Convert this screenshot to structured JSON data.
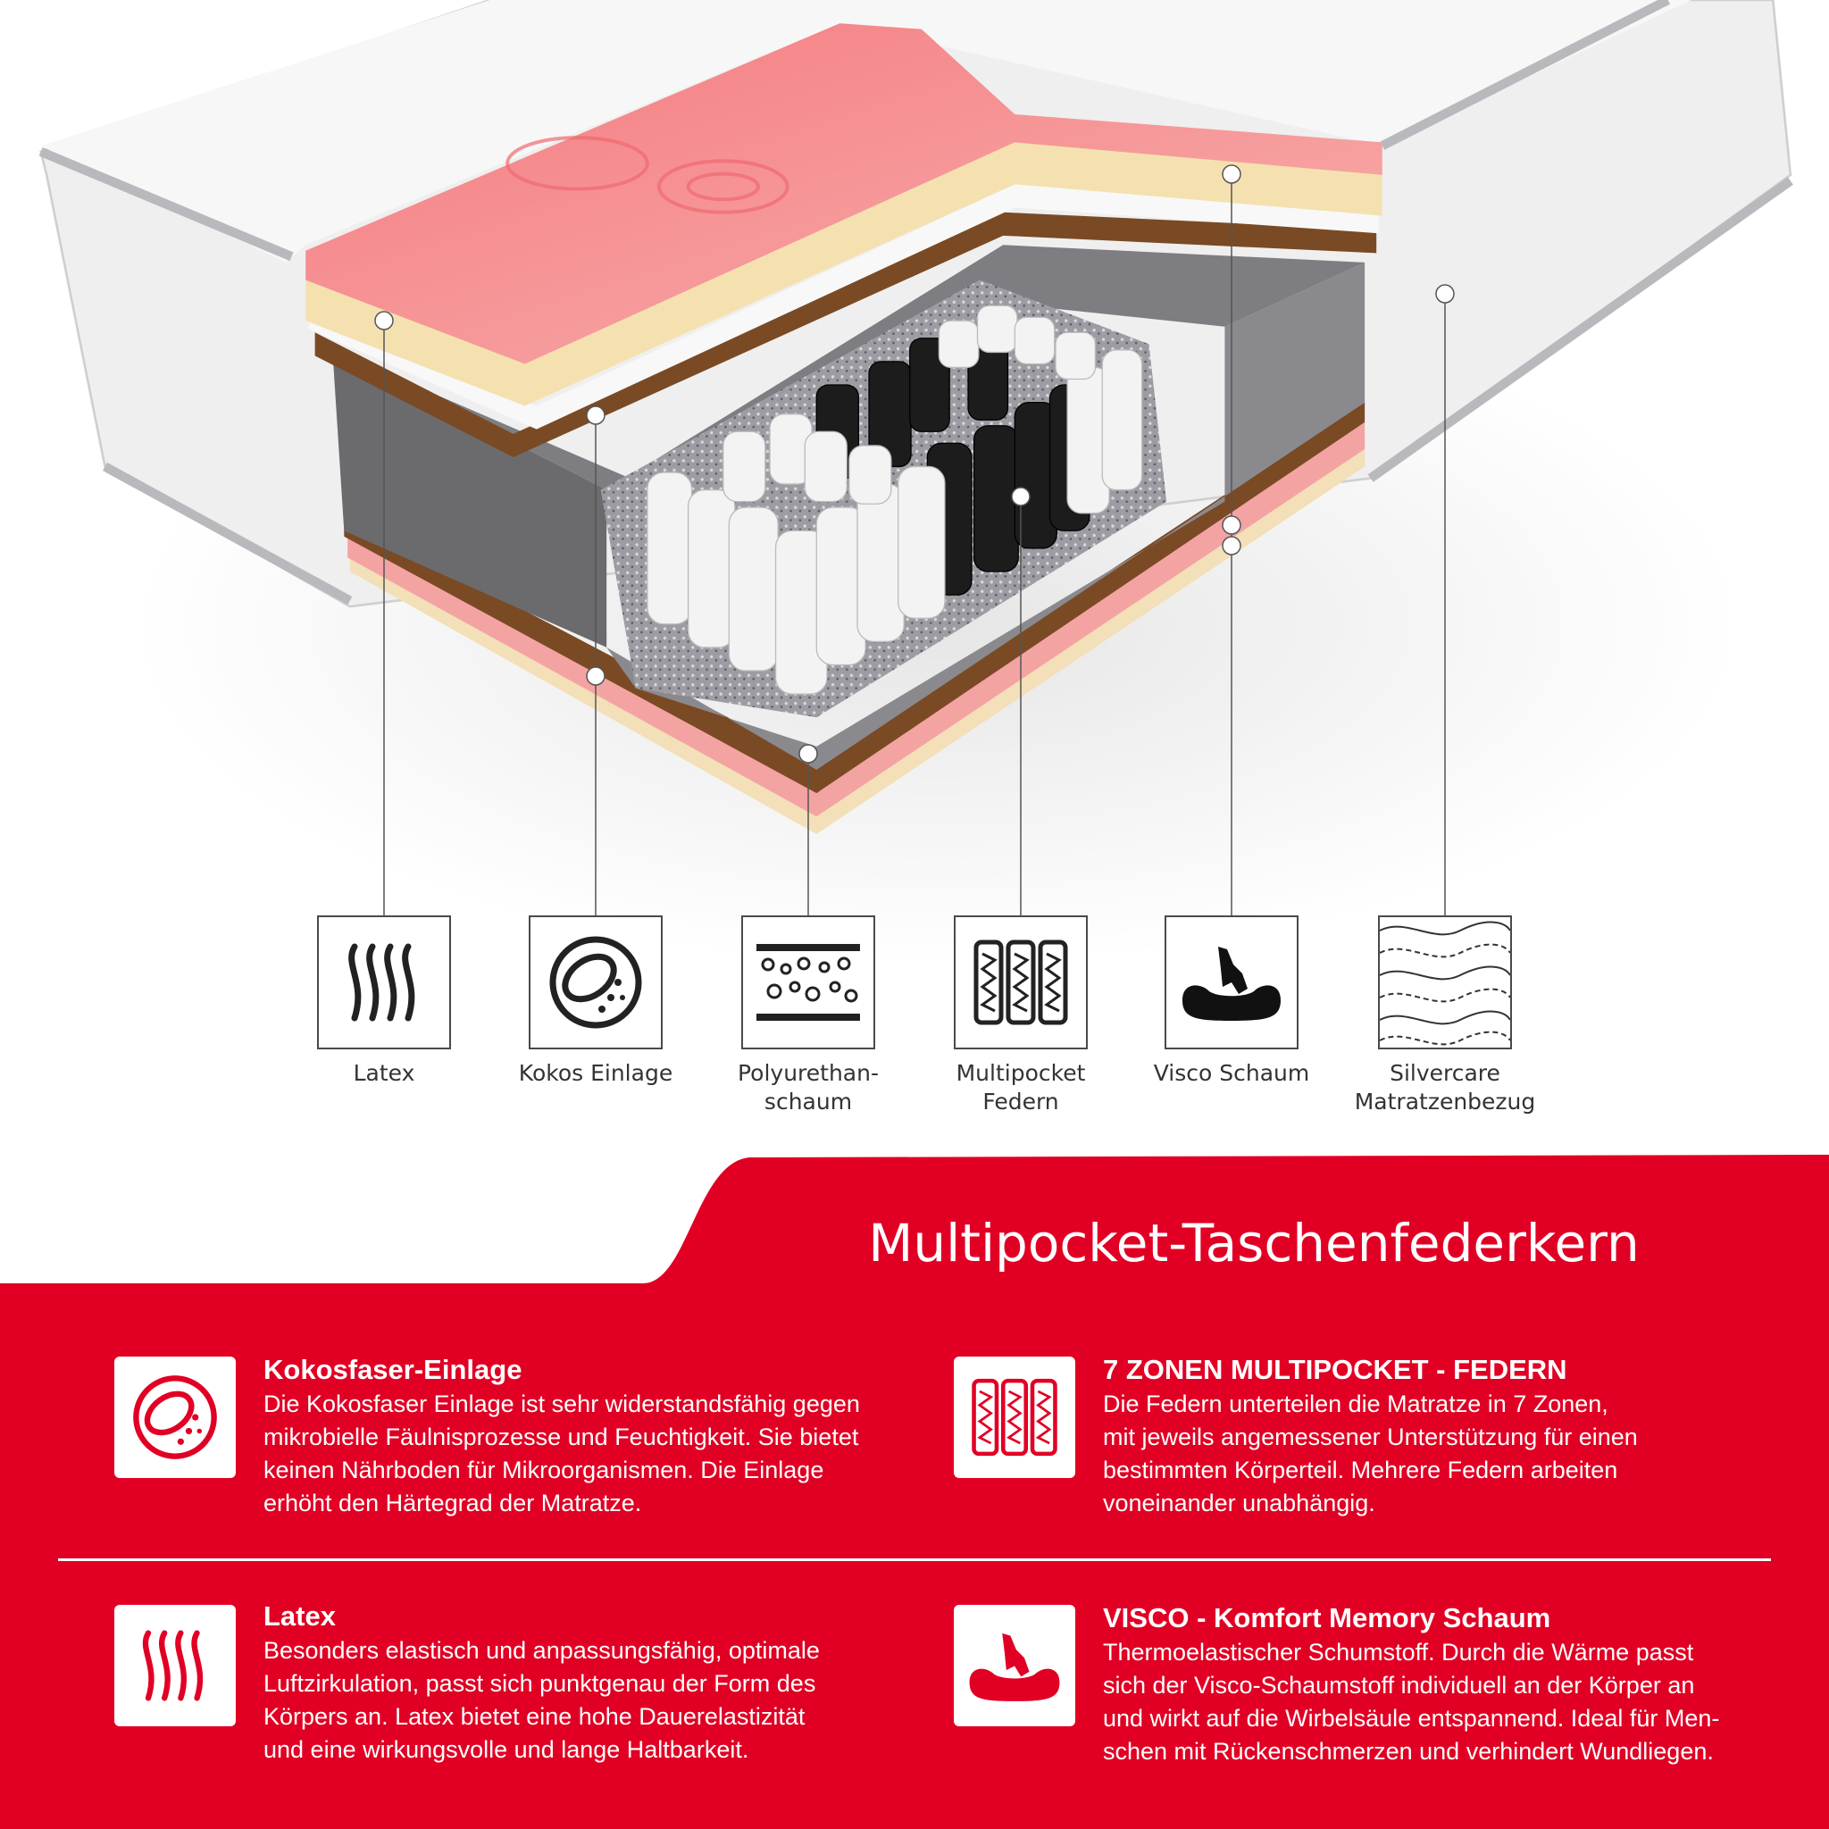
{
  "brand_color": "#e10024",
  "layers": [
    {
      "label": "Latex",
      "icon": "latex-waves-icon"
    },
    {
      "label": "Kokos Einlage",
      "icon": "coconut-icon"
    },
    {
      "label": "Polyurethan-\nschaum",
      "line1": "Polyurethan-",
      "line2": "schaum",
      "icon": "foam-icon"
    },
    {
      "label": "Multipocket Federn",
      "line1": "Multipocket",
      "line2": "Federn",
      "icon": "springs-icon"
    },
    {
      "label": "Visco Schaum",
      "icon": "hand-foam-icon"
    },
    {
      "label": "Silvercare Matratzenbezug",
      "line1": "Silvercare",
      "line2": "Matratzenbezug",
      "icon": "cover-fabric-icon"
    }
  ],
  "section_title": "Multipocket-Taschenfederkern",
  "features": [
    {
      "title": "Kokosfaser-Einlage",
      "icon": "coconut-icon",
      "lines": [
        "Die Kokosfaser Einlage ist sehr widerstandsfähig gegen",
        "mikrobielle Fäulnisprozesse und Feuchtigkeit. Sie bietet",
        "keinen Nährboden für Mikroorganismen. Die Einlage",
        "erhöht den Härtegrad der Matratze."
      ]
    },
    {
      "title": "7 ZONEN MULTIPOCKET - FEDERN",
      "icon": "springs-icon",
      "lines": [
        "Die Federn unterteilen die Matratze in 7 Zonen,",
        "mit jeweils angemessener Unterstützung für einen",
        "bestimmten Körperteil. Mehrere Federn arbeiten",
        "voneinander unabhängig."
      ]
    },
    {
      "title": "Latex",
      "icon": "latex-waves-icon",
      "lines": [
        "Besonders elastisch und anpassungsfähig, optimale",
        "Luftzirkulation, passt sich punktgenau der Form des",
        "Körpers an. Latex bietet eine hohe Dauerelastizität",
        "und eine wirkungsvolle und lange Haltbarkeit."
      ]
    },
    {
      "title": "VISCO - Komfort Memory Schaum",
      "icon": "hand-foam-icon",
      "lines": [
        "Thermoelastischer Schumstoff. Durch die Wärme passt",
        "sich der Visco-Schaumstoff individuell an der Körper an",
        "und wirkt auf die Wirbelsäule entspannend. Ideal für Men-",
        "schen mit Rückenschmerzen und verhindert Wundliegen."
      ]
    }
  ]
}
